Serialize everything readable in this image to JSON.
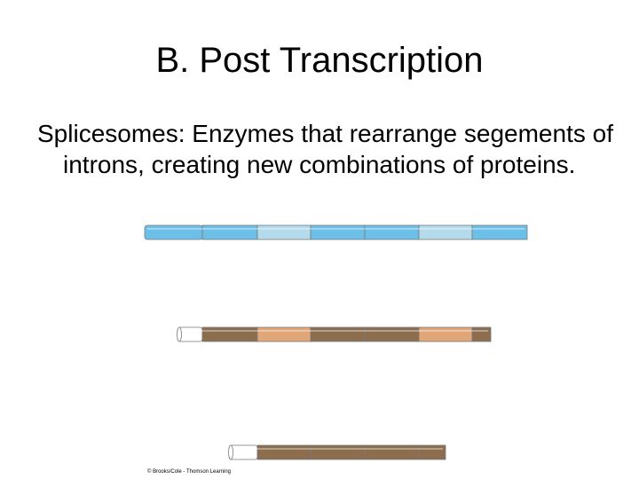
{
  "slide": {
    "title": "B. Post Transcription",
    "body": "Splicesomes: Enzymes that rearrange segements of introns, creating new combinations of proteins.",
    "credit": "© Brooks/Cole - Thomson Learning"
  },
  "colors": {
    "exon_blue": "#6cbfe6",
    "intron_light_blue": "#b3dbeb",
    "exon_brown": "#8c6e4e",
    "intron_tan": "#e0a678",
    "cap_white": "#ffffff",
    "outline": "#7a7a7a"
  },
  "diagram": {
    "strands": [
      {
        "name": "pre-mrna-strand",
        "segments": [
          "exon_blue",
          "exon_blue",
          "intron_light_blue",
          "exon_blue",
          "exon_blue",
          "intron_light_blue",
          "exon_blue",
          "exon_blue"
        ]
      },
      {
        "name": "spliced-strand-one",
        "segments": [
          "cap_white",
          "exon_brown",
          "intron_tan",
          "exon_brown",
          "exon_brown",
          "intron_tan",
          "exon_brown",
          "cap_white"
        ]
      },
      {
        "name": "spliced-strand-two",
        "segments": [
          "cap_white",
          "exon_brown",
          "exon_brown",
          "exon_brown",
          "exon_brown",
          "cap_white"
        ]
      }
    ]
  }
}
